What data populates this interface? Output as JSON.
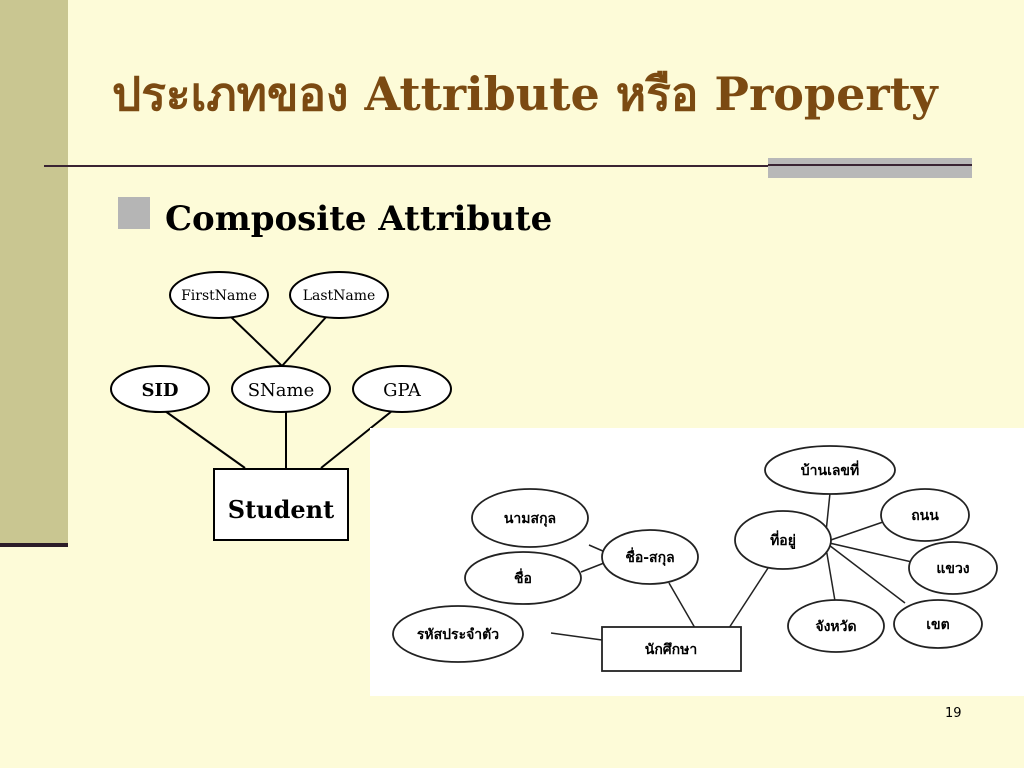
{
  "slide": {
    "title": "ประเภทของ Attribute หรือ Property",
    "bullet": "Composite Attribute",
    "page_number": "19"
  },
  "er_diagram_1": {
    "entity": "Student",
    "attributes": {
      "sid": "SID",
      "sname": "SName",
      "gpa": "GPA",
      "firstname": "FirstName",
      "lastname": "LastName"
    }
  },
  "er_diagram_2": {
    "entity": "นักศึกษา",
    "attributes": {
      "student_id": "รหัสประจำตัว",
      "first_name": "ชื่อ",
      "last_name": "นามสกุล",
      "full_name": "ชื่อ-สกุล",
      "address": "ที่อยู่",
      "house_no": "บ้านเลขที่",
      "road": "ถนน",
      "subdistrict": "แขวง",
      "district": "เขต",
      "province": "จังหวัด"
    }
  },
  "colors": {
    "background": "#fdfbd8",
    "left_band": "#c9c691",
    "title": "#7b4a12",
    "rule": "#3a2433",
    "bullet": "#b5b5b5"
  }
}
